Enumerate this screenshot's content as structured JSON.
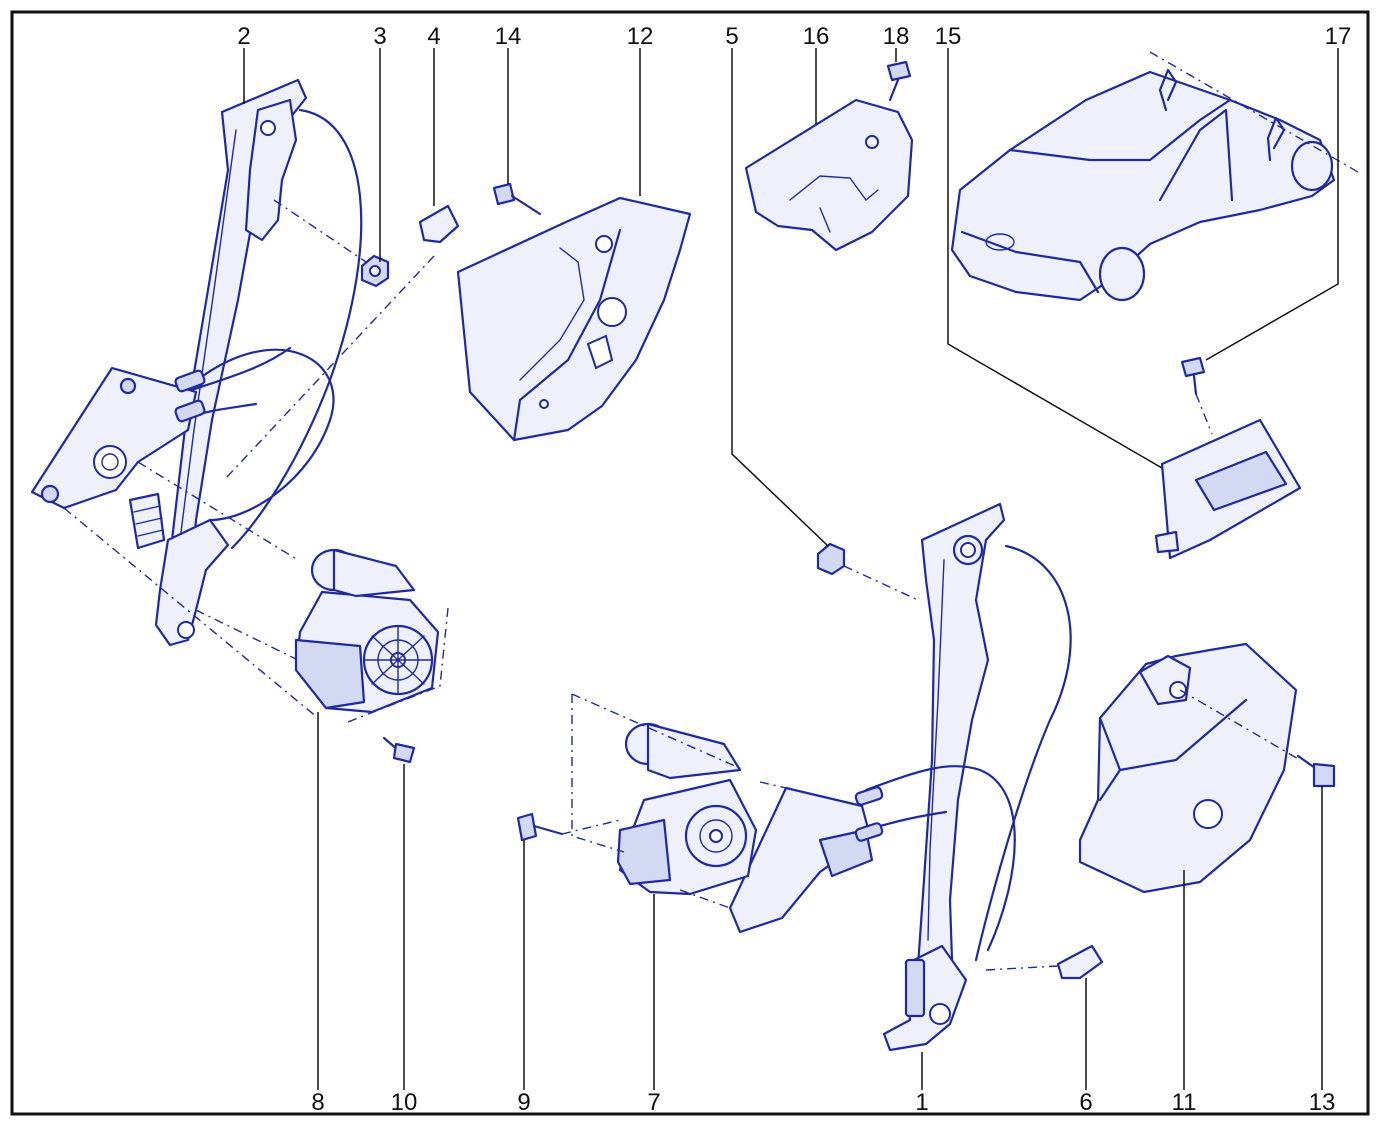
{
  "callouts": {
    "c1": "1",
    "c2": "2",
    "c3": "3",
    "c4": "4",
    "c5": "5",
    "c6": "6",
    "c7": "7",
    "c8": "8",
    "c9": "9",
    "c10": "10",
    "c11": "11",
    "c12": "12",
    "c13": "13",
    "c14": "14",
    "c15": "15",
    "c16": "16",
    "c17": "17",
    "c18": "18"
  },
  "colors": {
    "line": "#1f2aa0",
    "fill": "#eef1fb",
    "text": "#111111"
  }
}
